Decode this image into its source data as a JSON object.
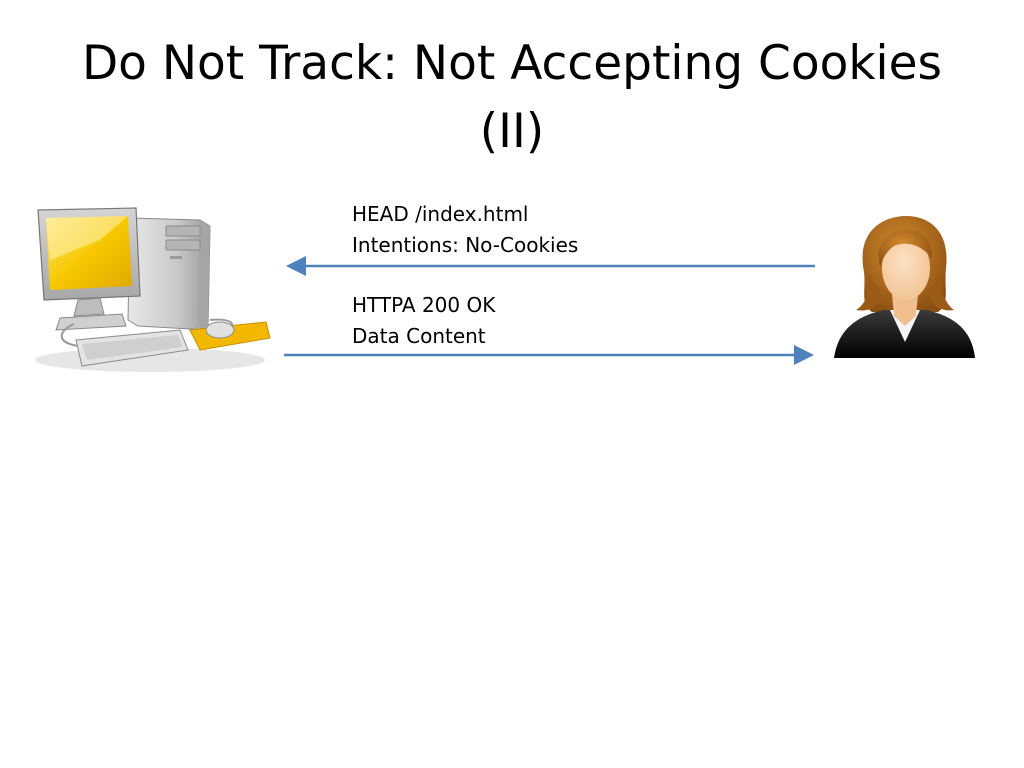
{
  "slide": {
    "title_line1": "Do Not Track: Not Accepting Cookies",
    "title_line2": "(II)"
  },
  "request": {
    "line1": "HEAD /index.html",
    "line2": "Intentions: No-Cookies",
    "direction": "user-to-computer"
  },
  "response": {
    "line1": "HTTPA 200 OK",
    "line2": "Data Content",
    "direction": "computer-to-user"
  },
  "icons": {
    "computer": "desktop-computer-icon",
    "user": "woman-user-icon"
  },
  "colors": {
    "arrow": "#4f81bd",
    "screen": "#f5c400",
    "hair": "#b06a1a",
    "skin": "#f8d0a8",
    "jacket": "#111111"
  }
}
